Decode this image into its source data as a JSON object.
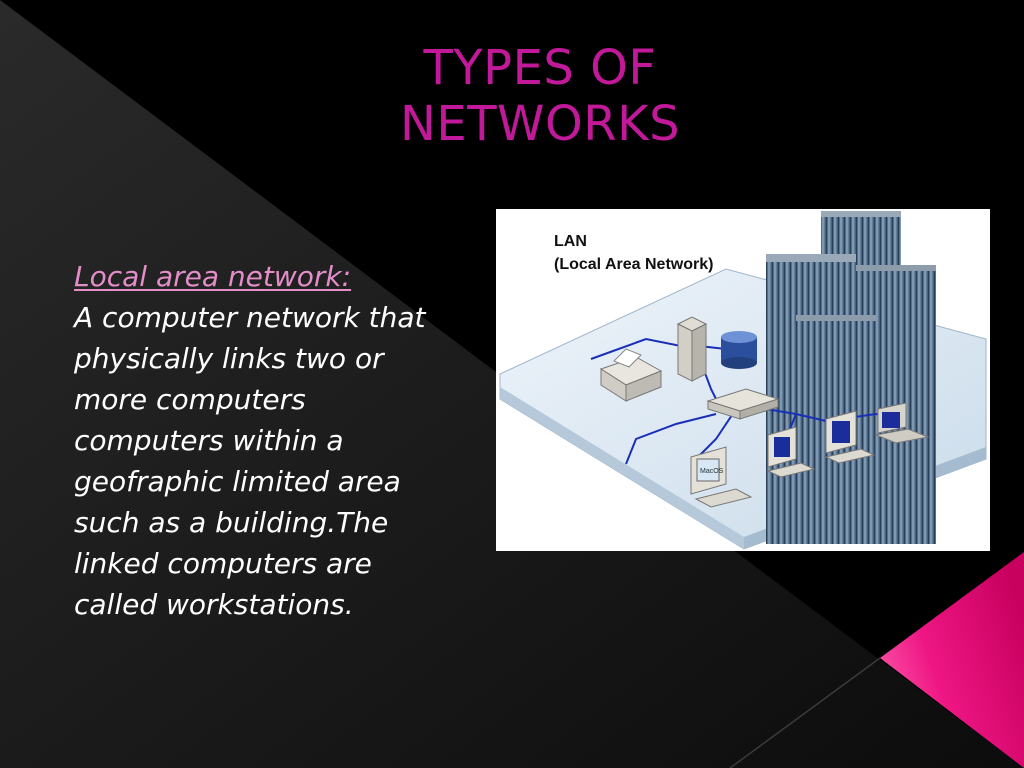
{
  "title": {
    "line1": "TYPES OF",
    "line2": "NETWORKS"
  },
  "body": {
    "term": "Local area network:",
    "definition": "A computer network that physically links two or more computers computers within a geofraphic limited area such as a building.The linked computers are called workstations."
  },
  "figure": {
    "label_line1": "LAN",
    "label_line2": "(Local Area Network)",
    "monitor_text": "MacOS"
  },
  "colors": {
    "title": "#c2189a",
    "term": "#e38dc9",
    "accent": "#e8157e",
    "background": "#000000"
  }
}
